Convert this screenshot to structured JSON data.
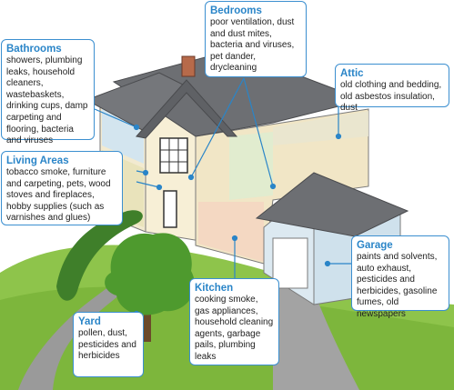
{
  "callouts": {
    "bedrooms": {
      "title": "Bedrooms",
      "text": "poor ventilation, dust and dust mites, bacteria and viruses, pet dander, drycleaning"
    },
    "bathrooms": {
      "title": "Bathrooms",
      "text": "showers, plumbing leaks, household cleaners, wastebaskets, drinking cups, damp carpeting and flooring, bacteria and viruses"
    },
    "attic": {
      "title": "Attic",
      "text": "old clothing and bedding, old asbestos insulation, dust"
    },
    "living_areas": {
      "title": "Living Areas",
      "text": "tobacco smoke, furniture and carpeting, pets, wood stoves and fireplaces, hobby supplies (such as varnishes and glues)"
    },
    "garage": {
      "title": "Garage",
      "text": "paints and solvents, auto exhaust, pesticides and herbicides, gasoline fumes, old newspapers"
    },
    "kitchen": {
      "title": "Kitchen",
      "text": "cooking smoke, gas appliances, household cleaning agents, garbage pails, plumbing leaks"
    },
    "yard": {
      "title": "Yard",
      "text": "pollen, dust, pesticides and herbicides"
    }
  },
  "colors": {
    "callout_border": "#3b8fd0",
    "callout_title": "#2a85c8",
    "roof": "#6d6f73",
    "lawn": "#8ec44b"
  }
}
